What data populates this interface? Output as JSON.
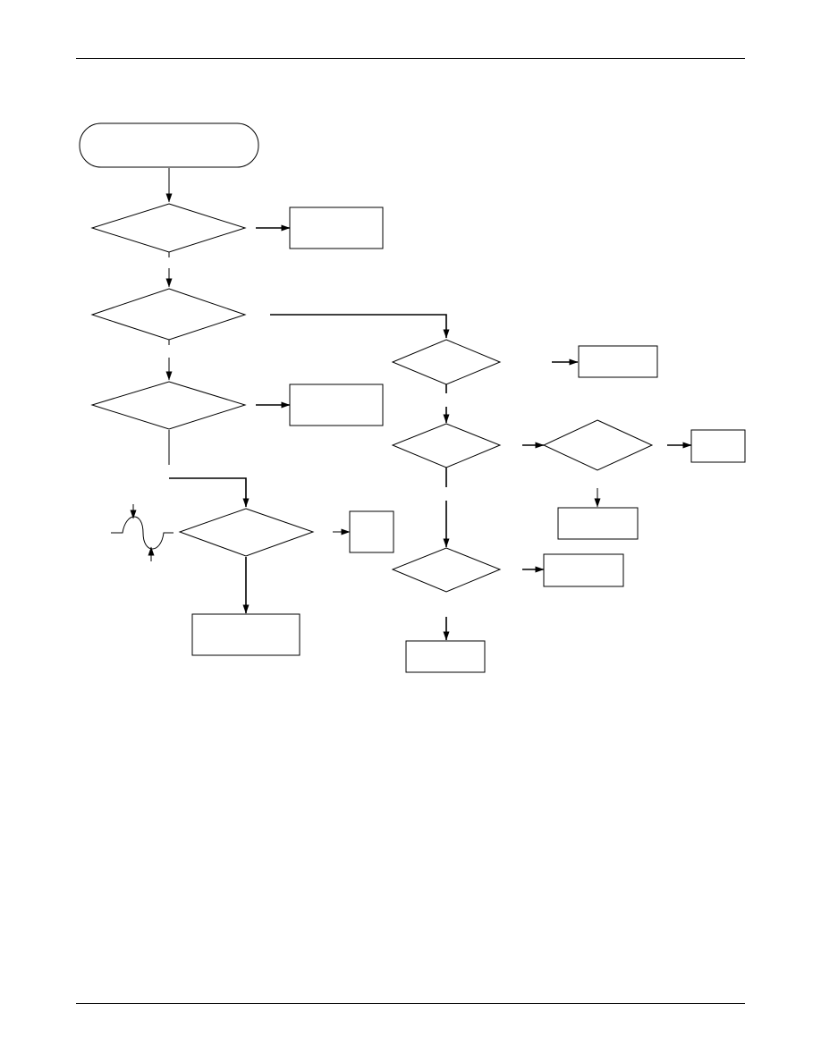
{
  "diagram": {
    "type": "flowchart",
    "colors": {
      "stroke": "#000000",
      "fill": "#ffffff",
      "background": "#ffffff"
    },
    "nodes": [
      {
        "id": "start",
        "shape": "terminator",
        "text": ""
      },
      {
        "id": "decision-1",
        "shape": "diamond",
        "text": ""
      },
      {
        "id": "action-1",
        "shape": "rectangle",
        "text": ""
      },
      {
        "id": "decision-2",
        "shape": "diamond",
        "text": ""
      },
      {
        "id": "decision-3",
        "shape": "diamond",
        "text": ""
      },
      {
        "id": "action-3",
        "shape": "rectangle",
        "text": ""
      },
      {
        "id": "decision-4",
        "shape": "diamond",
        "text": ""
      },
      {
        "id": "action-4-right",
        "shape": "rectangle",
        "text": ""
      },
      {
        "id": "action-4-down",
        "shape": "rectangle",
        "text": ""
      },
      {
        "id": "decision-5",
        "shape": "diamond",
        "text": ""
      },
      {
        "id": "action-5",
        "shape": "rectangle",
        "text": ""
      },
      {
        "id": "decision-6",
        "shape": "diamond",
        "text": ""
      },
      {
        "id": "decision-7",
        "shape": "diamond",
        "text": ""
      },
      {
        "id": "action-7-right",
        "shape": "rectangle",
        "text": ""
      },
      {
        "id": "action-7-down",
        "shape": "rectangle",
        "text": ""
      },
      {
        "id": "decision-8",
        "shape": "diamond",
        "text": ""
      },
      {
        "id": "action-8-right",
        "shape": "rectangle",
        "text": ""
      },
      {
        "id": "action-8-down",
        "shape": "rectangle",
        "text": ""
      }
    ],
    "edges": [
      {
        "from": "start",
        "to": "decision-1"
      },
      {
        "from": "decision-1",
        "to": "action-1"
      },
      {
        "from": "decision-1",
        "to": "decision-2"
      },
      {
        "from": "decision-2",
        "to": "decision-3"
      },
      {
        "from": "decision-2",
        "to": "decision-5"
      },
      {
        "from": "decision-3",
        "to": "action-3"
      },
      {
        "from": "decision-3",
        "to": "decision-4"
      },
      {
        "from": "decision-4",
        "to": "action-4-right"
      },
      {
        "from": "decision-4",
        "to": "action-4-down"
      },
      {
        "from": "decision-5",
        "to": "action-5"
      },
      {
        "from": "decision-5",
        "to": "decision-6"
      },
      {
        "from": "decision-6",
        "to": "decision-7"
      },
      {
        "from": "decision-6",
        "to": "decision-8"
      },
      {
        "from": "decision-7",
        "to": "action-7-right"
      },
      {
        "from": "decision-7",
        "to": "action-7-down"
      },
      {
        "from": "decision-8",
        "to": "action-8-right"
      },
      {
        "from": "decision-8",
        "to": "action-8-down"
      }
    ],
    "waveform_icon": "sine-waveform-icon"
  }
}
